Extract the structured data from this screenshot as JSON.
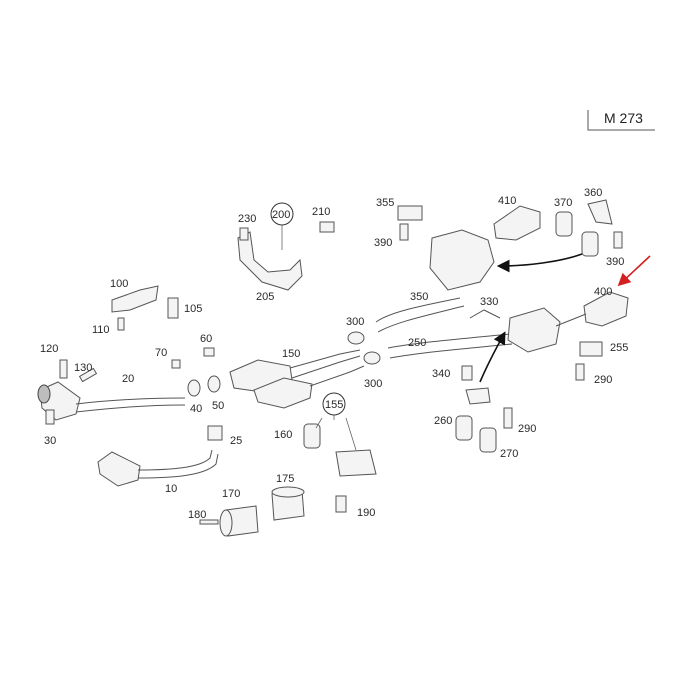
{
  "diagram": {
    "model_code": "M 273",
    "highlight_color": "#d22020",
    "callouts": {
      "p10": "10",
      "p20": "20",
      "p25": "25",
      "p30": "30",
      "p40": "40",
      "p50": "50",
      "p60": "60",
      "p70": "70",
      "p100": "100",
      "p105": "105",
      "p110": "110",
      "p120": "120",
      "p130": "130",
      "p150": "150",
      "p155": "155",
      "p160": "160",
      "p170": "170",
      "p175": "175",
      "p180": "180",
      "p190": "190",
      "p200": "200",
      "p205": "205",
      "p210": "210",
      "p230": "230",
      "p250": "250",
      "p255": "255",
      "p260": "260",
      "p270": "270",
      "p290a": "290",
      "p290b": "290",
      "p300a": "300",
      "p300b": "300",
      "p330": "330",
      "p340": "340",
      "p350": "350",
      "p355": "355",
      "p360": "360",
      "p370": "370",
      "p390a": "390",
      "p390b": "390",
      "p400": "400",
      "p410": "410"
    }
  }
}
